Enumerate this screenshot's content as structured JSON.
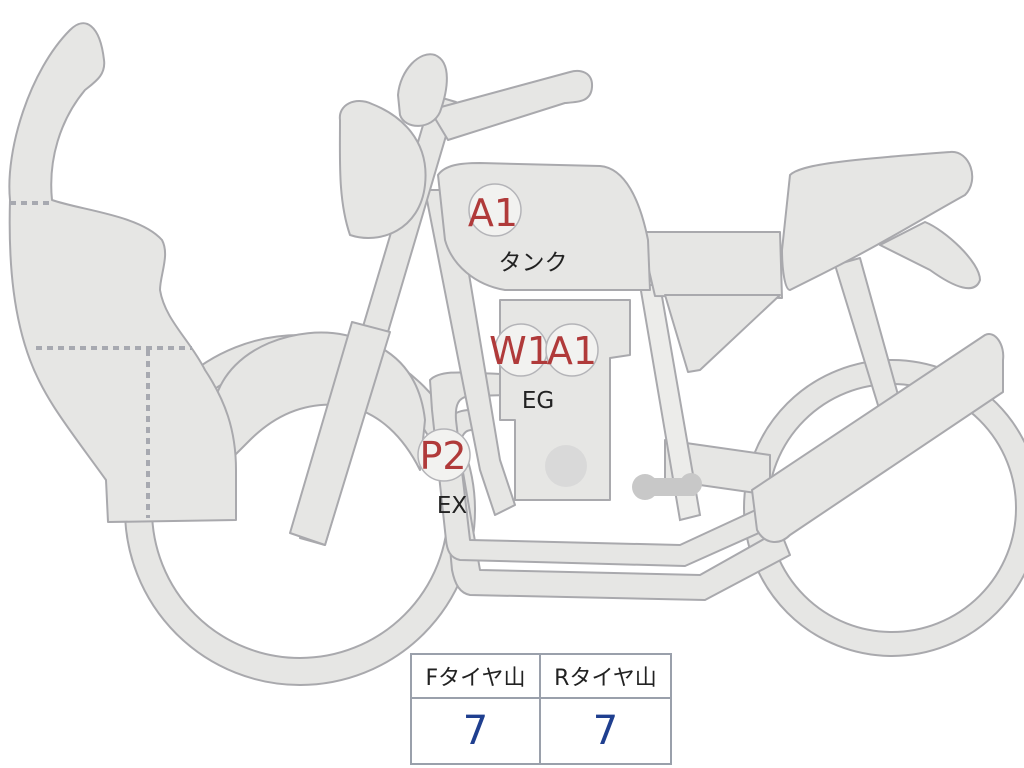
{
  "markers": {
    "tank": {
      "code": "A1",
      "label": "タンク"
    },
    "engine_w": {
      "code": "W1"
    },
    "engine_a": {
      "code": "A1",
      "label": "EG"
    },
    "exhaust": {
      "code": "P2",
      "label": "EX"
    }
  },
  "tire_tread": {
    "front_label": "Fタイヤ山",
    "rear_label": "Rタイヤ山",
    "front_value": "7",
    "rear_value": "7"
  },
  "colors": {
    "body": "#e6e6e4",
    "outline": "#a9a9ad",
    "code_text": "#b03a3a",
    "tread_value": "#1f3f8f"
  }
}
